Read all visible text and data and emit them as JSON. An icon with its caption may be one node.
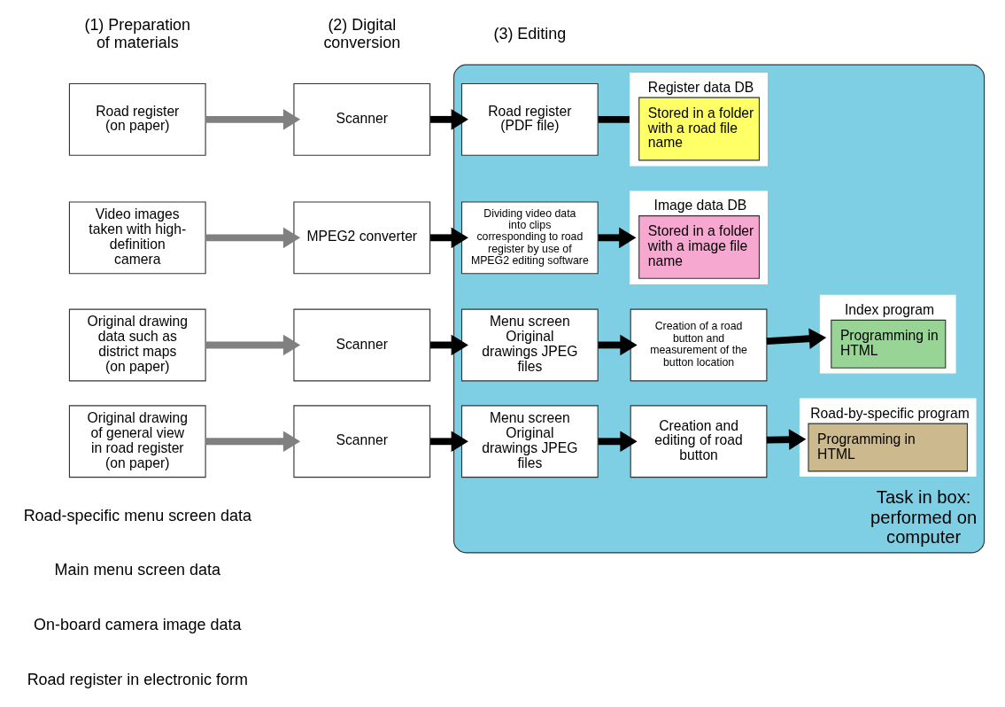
{
  "diagram": {
    "nodes": [
      {
        "text": [
          "Task in box: performed on computer"
        ]
      },
      {
        "text": [
          "Road register (on paper)"
        ]
      },
      {
        "text": [
          "Scanner"
        ]
      },
      {
        "text": [
          "Road register (PDF file)"
        ],
        "in": 0
      },
      {
        "text": [
          "Register data DB",
          "Stored in a folder with a road file name"
        ],
        "in": 0
      },
      {
        "text": [
          "Video images taken with high-definition camera"
        ]
      },
      {
        "text": [
          "MPEG2 converter"
        ]
      },
      {
        "text": [
          "Dividing video data into clips corresponding to road register by use of MPEG2 editing software"
        ],
        "in": 0
      },
      {
        "text": [
          "Image data DB",
          "Stored in a folder with a image file name"
        ],
        "in": 0
      },
      {
        "text": [
          "Original drawing data such as district maps (on paper)"
        ]
      },
      {
        "text": [
          "Scanner"
        ]
      },
      {
        "text": [
          "Menu screen Original drawings JPEG files"
        ],
        "in": 0
      },
      {
        "text": [
          "Creation of a road button and measurement of the button location"
        ],
        "in": 0
      },
      {
        "text": [
          "Index program",
          "Programming in HTML"
        ],
        "in": 0
      },
      {
        "text": [
          "Original drawing of general view in road register (on paper)"
        ]
      },
      {
        "text": [
          "Scanner"
        ]
      },
      {
        "text": [
          "Menu screen Original drawings JPEG files"
        ],
        "in": 0
      },
      {
        "text": [
          "Creation and editing of road button"
        ],
        "in": 0
      },
      {
        "text": [
          "Road-by-specific program",
          "Programming in HTML"
        ],
        "in": 0
      }
    ],
    "edges": [
      {
        "from": 1,
        "to": 2,
        "arrow": "to",
        "color": "#808080"
      },
      {
        "from": 2,
        "to": 3,
        "arrow": "to"
      },
      {
        "from": 3,
        "to": 4,
        "arrow": "none"
      },
      {
        "from": 5,
        "to": 6,
        "arrow": "to",
        "color": "#808080"
      },
      {
        "from": 6,
        "to": 7,
        "arrow": "to"
      },
      {
        "from": 7,
        "to": 8,
        "arrow": "to"
      },
      {
        "from": 9,
        "to": 10,
        "arrow": "to",
        "color": "#808080"
      },
      {
        "from": 10,
        "to": 11,
        "arrow": "to"
      },
      {
        "from": 11,
        "to": 12,
        "arrow": "to"
      },
      {
        "from": 12,
        "to": 13,
        "arrow": "to"
      },
      {
        "from": 14,
        "to": 15,
        "arrow": "to",
        "color": "#808080"
      },
      {
        "from": 15,
        "to": 16,
        "arrow": "to"
      },
      {
        "from": 16,
        "to": 17,
        "arrow": "to"
      },
      {
        "from": 17,
        "to": 18,
        "arrow": "to"
      }
    ],
    "labels": [
      "Road register in electronic form",
      "On-board camera image data",
      "Main menu screen data",
      "Road-specific menu screen data",
      "(1) Preparation of materials",
      "(2) Digital conversion",
      "(3) Editing"
    ]
  }
}
